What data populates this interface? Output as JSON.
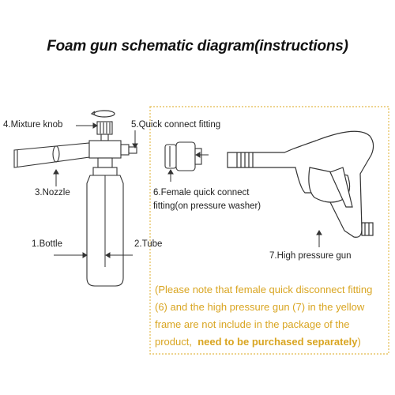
{
  "title": "Foam gun schematic diagram(instructions)",
  "labels": {
    "mixture_knob": "4.Mixture knob",
    "quick_connect": "5.Quick connect fitting",
    "nozzle": "3.Nozzle",
    "female_connect_line1": "6.Female quick connect",
    "female_connect_line2": "fitting(on pressure washer)",
    "bottle": "1.Bottle",
    "tube": "2.Tube",
    "pressure_gun": "7.High pressure gun"
  },
  "note": {
    "line1": "(Please note that female quick disconnect fitting",
    "line2": "(6) and the high pressure gun (7) in the yellow",
    "line3": "frame are not include in the package of the",
    "line4_start": "product,",
    "line4_bold": "need to be purchased separately",
    "line4_end": ")"
  },
  "colors": {
    "frame": "#e8c66a",
    "note_text": "#d9a521",
    "line": "#333333"
  }
}
